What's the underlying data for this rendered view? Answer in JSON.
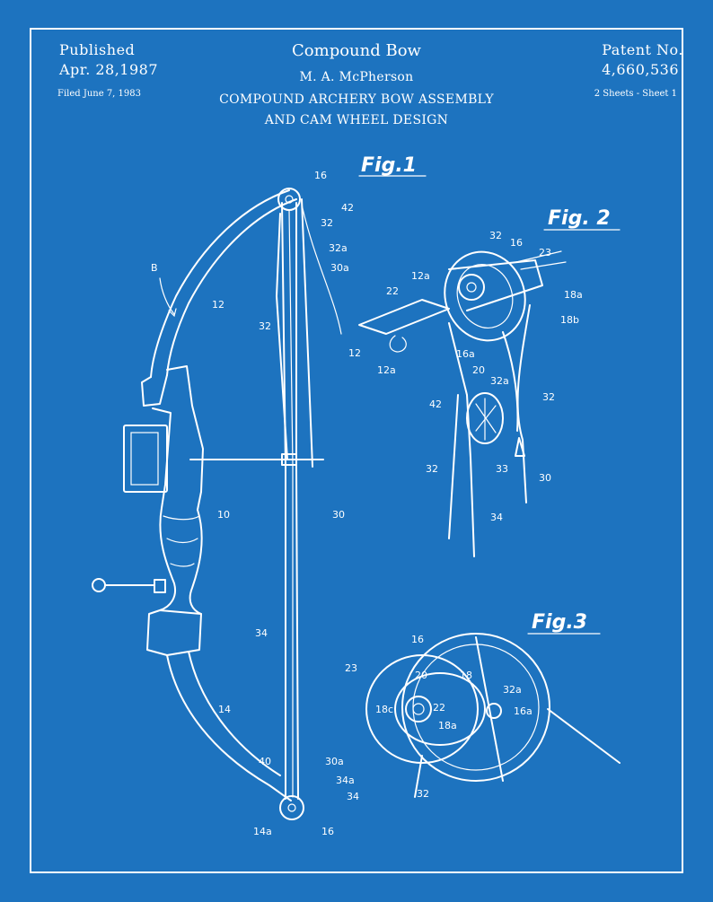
{
  "header": {
    "published_label": "Published",
    "published_date": "Apr. 28,1987",
    "filed": "Filed June 7, 1983",
    "title": "Compound Bow",
    "inventor": "M. A. McPherson",
    "subtitle_line1": "COMPOUND ARCHERY BOW ASSEMBLY",
    "subtitle_line2": "AND CAM WHEEL DESIGN",
    "patent_label": "Patent No.",
    "patent_number": "4,660,536",
    "sheets": "2 Sheets - Sheet 1"
  },
  "figures": {
    "fig1": "Fig.1",
    "fig2": "Fig. 2",
    "fig3": "Fig.3"
  },
  "labels": {
    "fig1": [
      "16",
      "42",
      "32",
      "32a",
      "30a",
      "B",
      "12",
      "32",
      "10",
      "30",
      "34",
      "14",
      "40",
      "30a",
      "34a",
      "34",
      "14a",
      "16"
    ],
    "fig2": [
      "32",
      "16",
      "23",
      "12a",
      "22",
      "18a",
      "18b",
      "12",
      "16a",
      "12a",
      "20",
      "32a",
      "42",
      "32",
      "32",
      "33",
      "30",
      "34"
    ],
    "fig3": [
      "16",
      "23",
      "20",
      "18",
      "32a",
      "18c",
      "22",
      "18a",
      "16a",
      "32"
    ]
  },
  "colors": {
    "background": "#1d73bf",
    "ink": "#ffffff"
  }
}
